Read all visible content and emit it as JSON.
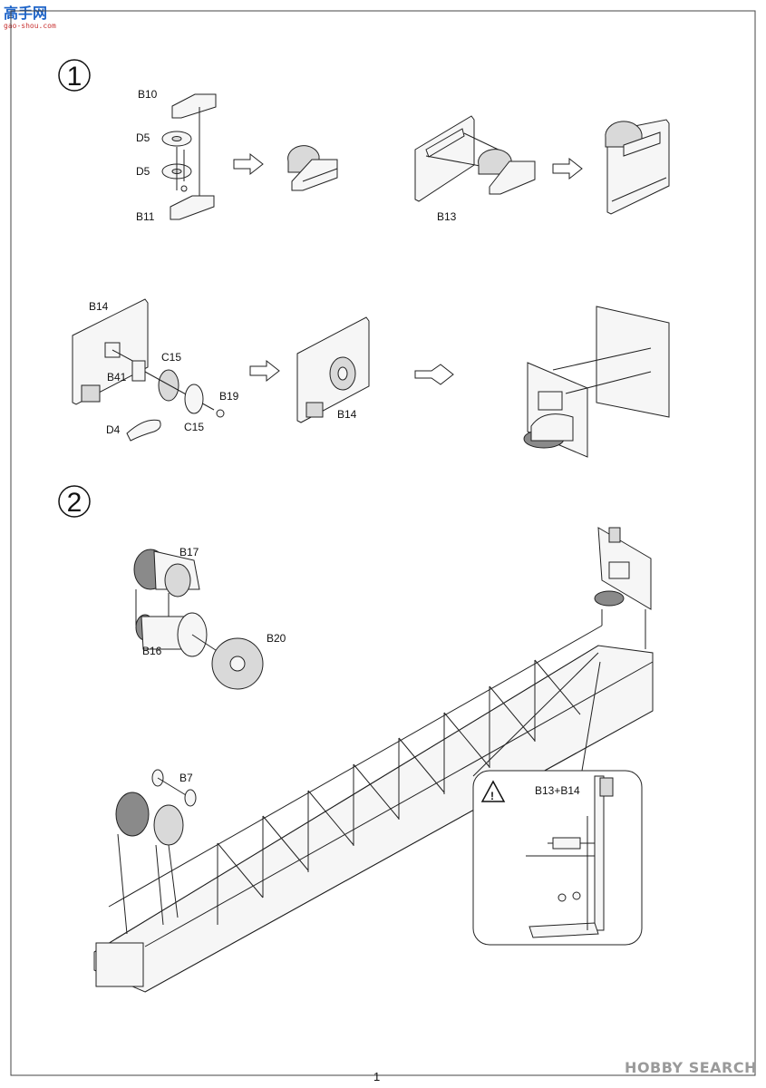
{
  "logo": {
    "line1": "高手网",
    "line2": "gao-shou.com"
  },
  "watermark": "HOBBY SEARCH",
  "page_number": "1",
  "steps": [
    {
      "number": "1"
    },
    {
      "number": "2"
    }
  ],
  "labels": {
    "b10": "B10",
    "d5_top": "D5",
    "d5_bottom": "D5",
    "b11": "B11",
    "b13": "B13",
    "b14_top": "B14",
    "b41": "B41",
    "c15_top": "C15",
    "c15_bottom": "C15",
    "b19": "B19",
    "d4": "D4",
    "b14_mid": "B14",
    "b17": "B17",
    "b16": "B16",
    "b20": "B20",
    "b7": "B7",
    "b13_b14": "B13+B14"
  },
  "warning_icon": "caution-triangle-icon"
}
